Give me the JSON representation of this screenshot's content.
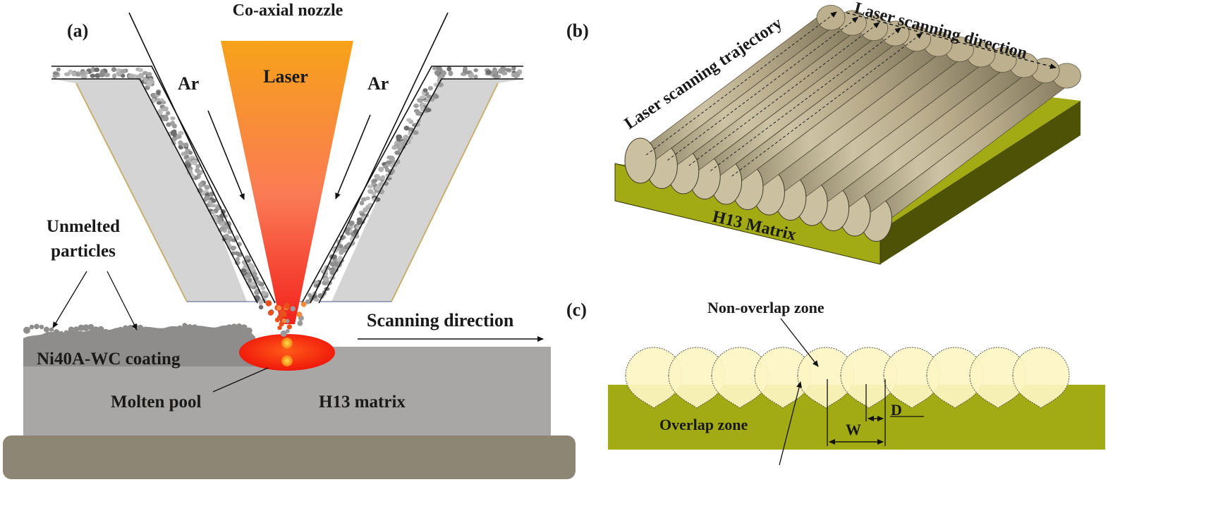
{
  "panel_a": {
    "tag": "(a)",
    "nozzle_title": "Co-axial nozzle",
    "laser_label": "Laser",
    "gas_left": "Ar",
    "gas_right": "Ar",
    "unmelted_line1": "Unmelted",
    "unmelted_line2": "particles",
    "coating_label": "Ni40A-WC coating",
    "scan_direction": "Scanning direction",
    "pool_label": "Molten pool",
    "matrix_label": "H13 matrix"
  },
  "panel_b": {
    "tag": "(b)",
    "direction_label": "Laser scanning direction",
    "trajectory_label": "Laser scanning trajectory",
    "matrix_label": "H13 Matrix",
    "track_count": 12
  },
  "panel_c": {
    "tag": "(c)",
    "non_overlap_label": "Non-overlap zone",
    "overlap_label": "Overlap zone",
    "width_label": "W",
    "distance_label": "D",
    "track_count": 10
  },
  "colors": {
    "laser_top": "#f7a21a",
    "laser_bottom": "#f2221c",
    "nozzle_body": "#d4d4d4",
    "substrate": "#a9a7a5",
    "base_plate": "#8e8674",
    "coating": "#8f8d8b",
    "pool": "#f01a10",
    "track_fill": "#cbc0a0",
    "matrix_olive": "#a3ab14",
    "bead_fill": "#fdf5c3"
  }
}
